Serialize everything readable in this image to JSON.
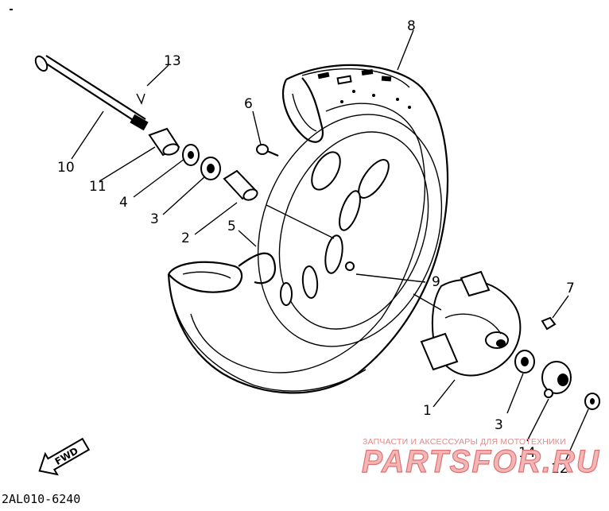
{
  "callouts": [
    "1",
    "2",
    "3",
    "3",
    "4",
    "5",
    "6",
    "7",
    "8",
    "9",
    "10",
    "11",
    "12",
    "13",
    "14"
  ],
  "labels": {
    "n1": "1",
    "n2": "2",
    "n3a": "3",
    "n3b": "3",
    "n4": "4",
    "n5": "5",
    "n6": "6",
    "n7": "7",
    "n8": "8",
    "n9": "9",
    "n10": "10",
    "n11": "11",
    "n12": "12",
    "n13": "13",
    "n14": "14"
  },
  "direction_marker": "FWD",
  "diagram_code": "2AL010-6240",
  "watermark": {
    "caption": "ЗАПЧАСТИ И АКСЕССУАРЫ ДЛЯ МОТОТЕХНИКИ",
    "logo": "PARTSFOR.RU"
  }
}
